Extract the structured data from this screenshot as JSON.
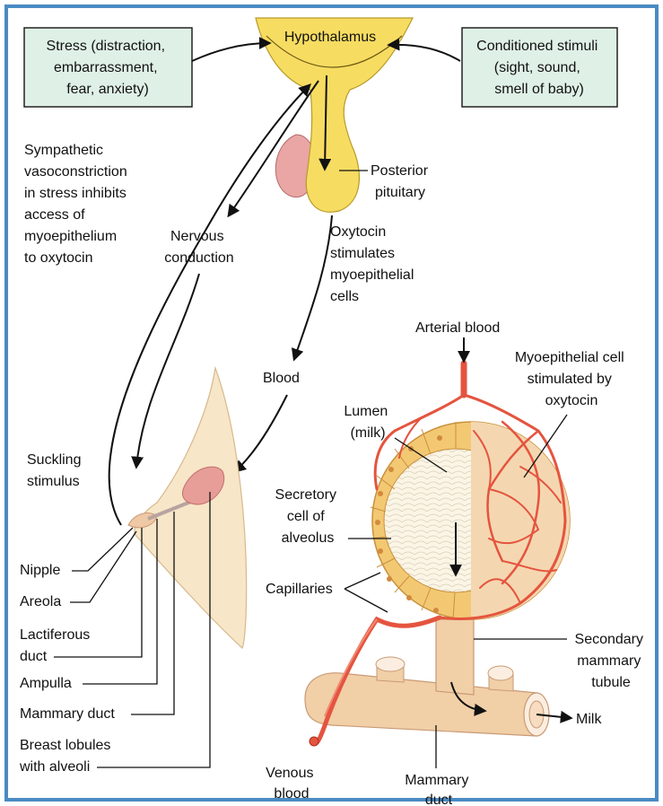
{
  "colors": {
    "frame_border": "#4a8bc2",
    "box_fill": "#dff0e6",
    "box_border": "#222222",
    "hypothalamus_fill": "#f7dc62",
    "pituitary_fill": "#f5d84a",
    "anterior_pituitary_fill": "#e9a6a4",
    "breast_fill": "#f7e6c8",
    "lobule_fill": "#e79d98",
    "vessel": "#e5543f",
    "alveolus_cell": "#f3c873",
    "lumen": "#fbf5e6",
    "duct_fill": "#f1cfa7"
  },
  "labels": {
    "hypothalamus": "Hypothalamus",
    "stress": [
      "Stress (distraction,",
      "embarrassment,",
      "fear, anxiety)"
    ],
    "conditioned": [
      "Conditioned stimuli",
      "(sight, sound,",
      "smell of baby)"
    ],
    "sympathetic": [
      "Sympathetic",
      "vasoconstriction",
      "in stress inhibits",
      "access of",
      "myoepithelium",
      "to oxytocin"
    ],
    "posterior_pituitary": [
      "Posterior",
      "pituitary"
    ],
    "nervous_conduction": [
      "Nervous",
      "conduction"
    ],
    "oxytocin": [
      "Oxytocin",
      "stimulates",
      "myoepithelial",
      "cells"
    ],
    "blood": "Blood",
    "arterial_blood": "Arterial blood",
    "myoepithelial_cell": [
      "Myoepithelial cell",
      "stimulated by",
      "oxytocin"
    ],
    "lumen": [
      "Lumen",
      "(milk)"
    ],
    "suckling": [
      "Suckling",
      "stimulus"
    ],
    "secretory_cell": [
      "Secretory",
      "cell of",
      "alveolus"
    ],
    "capillaries": "Capillaries",
    "nipple": "Nipple",
    "areola": "Areola",
    "lactiferous_duct": [
      "Lactiferous",
      "duct"
    ],
    "ampulla": "Ampulla",
    "mammary_duct_breast": "Mammary duct",
    "breast_lobules": [
      "Breast lobules",
      "with alveoli"
    ],
    "secondary_tubule": [
      "Secondary",
      "mammary",
      "tubule"
    ],
    "milk": "Milk",
    "venous_blood": [
      "Venous",
      "blood"
    ],
    "mammary_duct": [
      "Mammary",
      "duct"
    ]
  }
}
